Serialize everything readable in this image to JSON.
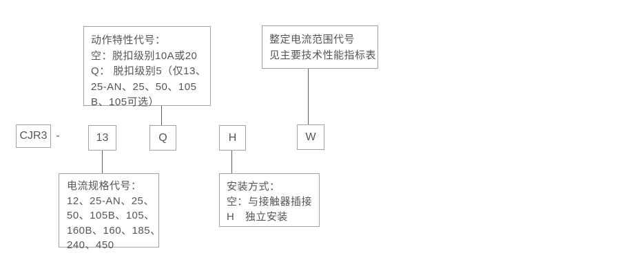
{
  "model_row": {
    "prefix": "CJR3",
    "separator": "-",
    "codes": [
      "13",
      "Q",
      "H",
      "W"
    ]
  },
  "callouts": {
    "action_characteristic": {
      "lines": [
        "动作特性代号：",
        "空：脱扣级别10A或20",
        "Q： 脱扣级别5（仅13、",
        "25-AN、25、50、105",
        "B、105可选）"
      ]
    },
    "setting_current_range": {
      "lines": [
        "整定电流范围代号",
        "见主要技术性能指标表"
      ]
    },
    "current_spec": {
      "lines": [
        "电流规格代号：",
        "12、25-AN、25、",
        "50、105B、105、",
        "160B、160、185、",
        "240、450"
      ]
    },
    "mounting_method": {
      "lines": [
        "安装方式：",
        "空：与接触器插接",
        "H　独立安装"
      ]
    }
  },
  "colors": {
    "background": "#ffffff",
    "box_border": "#a3a3a3",
    "text": "#555555",
    "connector": "#606060"
  }
}
